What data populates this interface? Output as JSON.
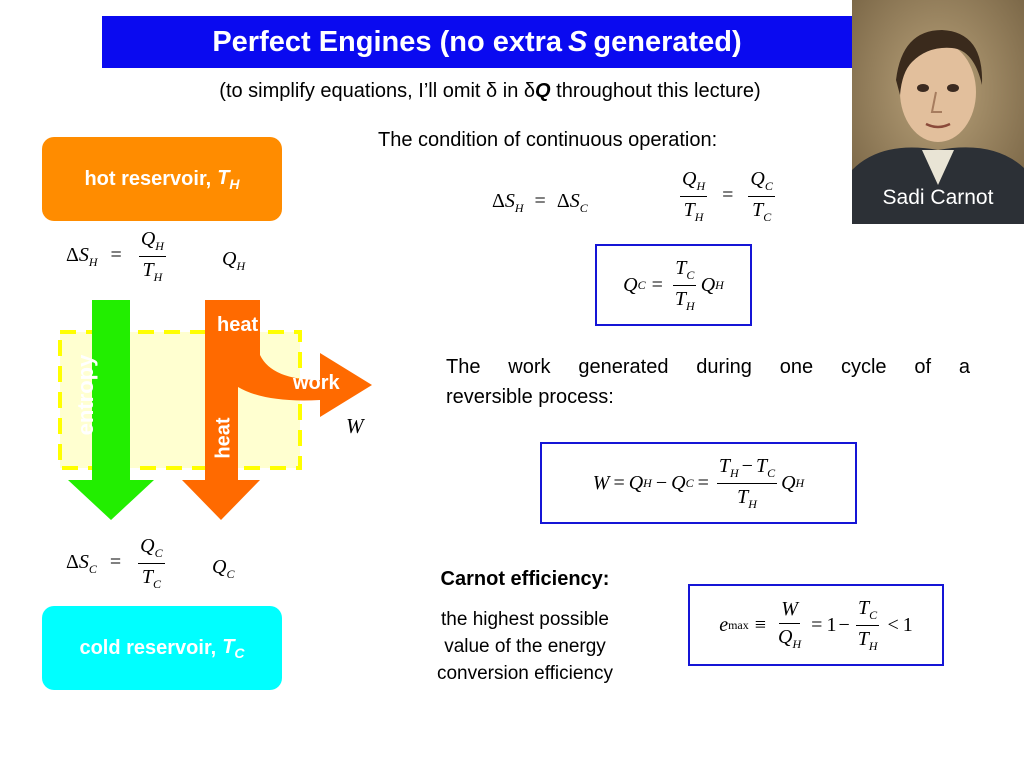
{
  "title": {
    "part1": "Perfect Engines (no extra",
    "var": "S",
    "part2": "generated)"
  },
  "subtitle": {
    "before": "(to simplify equations, I’ll omit",
    "delta1": "δ",
    "in": "in",
    "delta2": "δ",
    "q": "Q",
    "after": "throughout this lecture)"
  },
  "portrait": {
    "caption": "Sadi Carnot"
  },
  "hot_reservoir": {
    "label": "hot reservoir,",
    "var": "T",
    "sub": "H"
  },
  "cold_reservoir": {
    "label": "cold reservoir,",
    "var": "T",
    "sub": "C"
  },
  "diagram": {
    "entropy_label": "entropy",
    "heat_top": "heat",
    "heat_side": "heat",
    "work_label": "work",
    "w_symbol": "W"
  },
  "sym": {
    "delta": "Δ",
    "S": "S",
    "Q": "Q",
    "T": "T",
    "W": "W",
    "H": "H",
    "C": "C",
    "eq": "=",
    "minus": "−",
    "equiv": "≡",
    "lt": "<",
    "one": "1",
    "e": "e",
    "max": "max"
  },
  "condition_text": "The condition of continuous operation:",
  "work_text": {
    "line1": "The work generated during one cycle of a",
    "line2": "reversible process:"
  },
  "carnot": {
    "heading": "Carnot efficiency:",
    "desc1": "the highest possible",
    "desc2": "value of the energy",
    "desc3": "conversion efficiency"
  },
  "colors": {
    "title_bg": "#0a0af0",
    "hot": "#ff8c00",
    "cold": "#00ffff",
    "entropy_arrow": "#22ee00",
    "heat_arrow": "#ff6a00",
    "engine_fill": "#ffffd0",
    "engine_border": "#ffff00",
    "box_border": "#1515d6"
  }
}
